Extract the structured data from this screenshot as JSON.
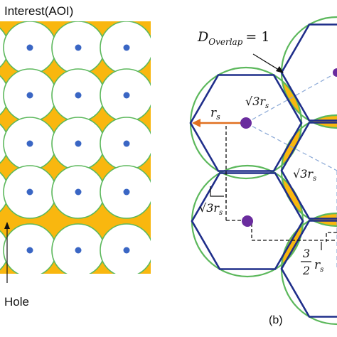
{
  "colors": {
    "background": "#ffffff",
    "aoi_fill": "#f9b70f",
    "circle_stroke": "#5cb85c",
    "sensor_dot": "#3a66c4",
    "hexagon_stroke": "#1f2e8a",
    "center_dot": "#6a2c9e",
    "radius_arrow": "#e07020",
    "dashed_line": "#8aa8d6",
    "dimension_line": "#111111"
  },
  "panel_a": {
    "label_aoi": "Interest(AOI)",
    "label_hole": "Hole"
  },
  "panel_b": {
    "overlap_label": "D",
    "overlap_subscript": "Overlap",
    "overlap_value": "= 1",
    "radius_label_r": "r",
    "radius_label_s": "s",
    "sqrt3_label_1": "√3r",
    "sqrt3_label_2": "√3r",
    "sqrt3_label_3": "√3r",
    "frac_num": "3",
    "frac_den": "2",
    "frac_r": "r",
    "panel_label": "(b)"
  }
}
